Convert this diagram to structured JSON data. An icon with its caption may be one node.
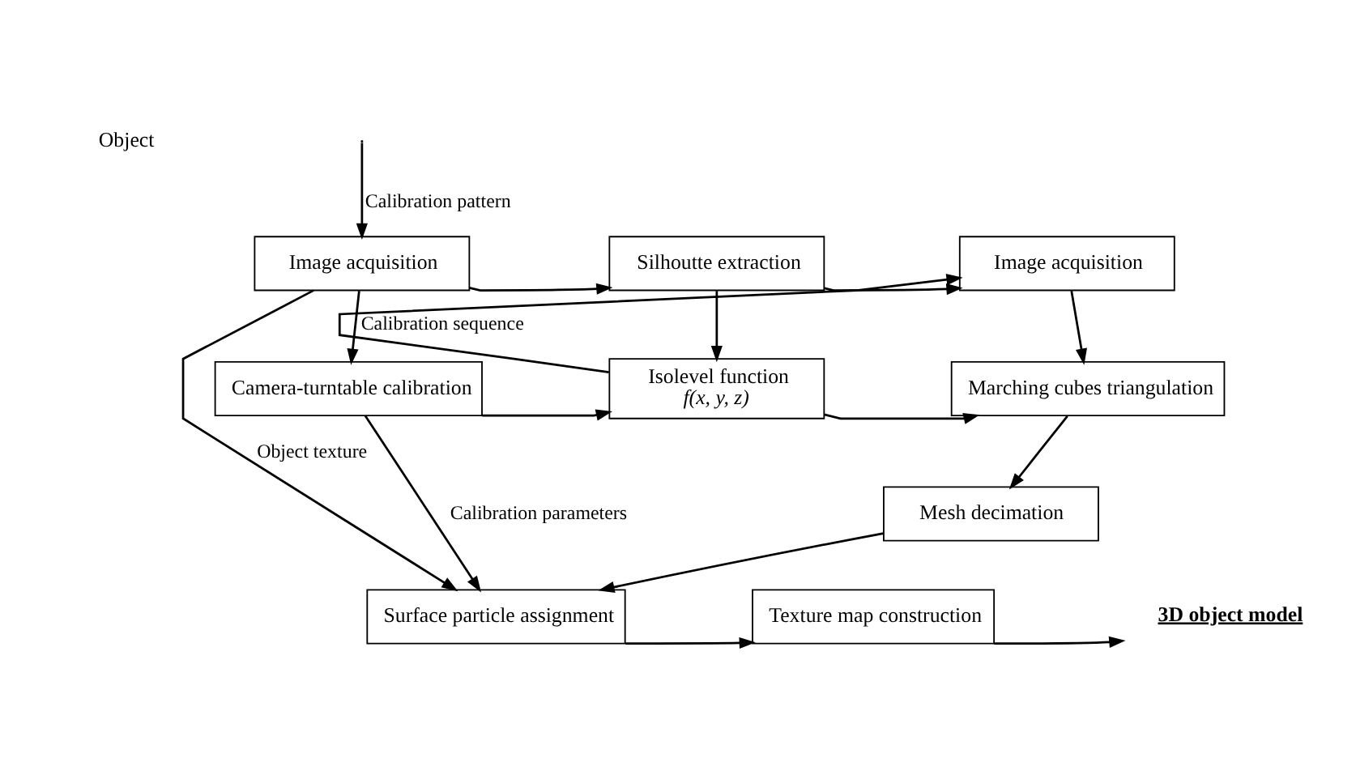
{
  "diagram": {
    "nodes": [
      {
        "text": [
          "Image acquisition"
        ]
      },
      {
        "text": [
          "Camera-turntable calibration"
        ]
      },
      {
        "text": [
          "Silhoutte extraction"
        ]
      },
      {
        "text": [
          "Isolevel function",
          "f(x, y, z)"
        ]
      },
      {
        "text": [
          "Image acquisition"
        ]
      },
      {
        "text": [
          "Marching cubes triangulation"
        ]
      },
      {
        "text": [
          "Mesh decimation"
        ]
      },
      {
        "text": [
          "Surface particle assignment"
        ]
      },
      {
        "text": [
          "Texture map construction"
        ]
      },
      {
        "text": [
          "3D object model"
        ]
      }
    ],
    "edges": [
      {
        "from": null,
        "to": 0,
        "arrow": "to",
        "label": "Calibration pattern"
      },
      {
        "from": 0,
        "to": 1,
        "arrow": "to",
        "label": "Calibration sequence"
      },
      {
        "from": 0,
        "to": 2,
        "arrow": "to"
      },
      {
        "from": 2,
        "to": 3,
        "arrow": "to"
      },
      {
        "from": 1,
        "to": 3,
        "arrow": "to"
      },
      {
        "from": 2,
        "to": 4,
        "arrow": "to"
      },
      {
        "from": 3,
        "to": 4,
        "arrow": "to"
      },
      {
        "from": 3,
        "to": 5,
        "arrow": "to"
      },
      {
        "from": 4,
        "to": 5,
        "arrow": "to"
      },
      {
        "from": 5,
        "to": 6,
        "arrow": "to"
      },
      {
        "from": 1,
        "to": 7,
        "arrow": "to",
        "label": "Calibration parameters"
      },
      {
        "from": 0,
        "to": 7,
        "arrow": "to",
        "label": "Object texture"
      },
      {
        "from": 6,
        "to": 7,
        "arrow": "to"
      },
      {
        "from": 7,
        "to": 8,
        "arrow": "to"
      },
      {
        "from": 8,
        "to": 9,
        "arrow": "to"
      }
    ],
    "labels": [
      "Object"
    ]
  }
}
